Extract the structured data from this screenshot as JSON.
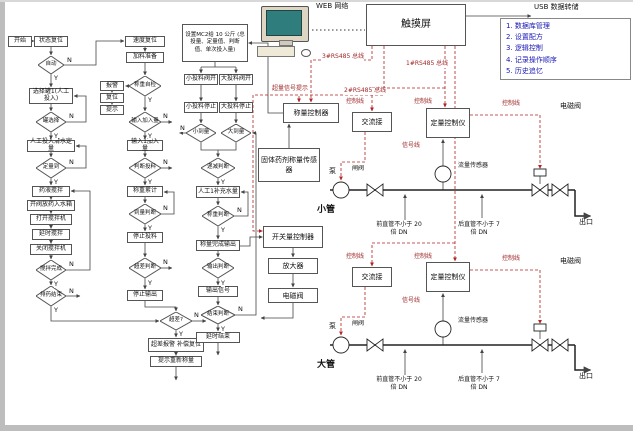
{
  "colors": {
    "accent_red": "#b22222",
    "feature_blue": "#1717b5"
  },
  "top": {
    "web": "WEB 网络",
    "touchscreen": "触摸屏",
    "usb": "USB 数据转储",
    "features": [
      "1. 数据库管理",
      "2. 设置配方",
      "3. 逻辑控制",
      "4. 记录操作顺序",
      "5. 历史追忆"
    ],
    "bus3": "3#RS485 总线",
    "bus2": "2#RS485 总线",
    "bus1": "1#RS485 总线"
  },
  "middle": {
    "over_signal": "超量信号提示",
    "weigh_controller": "称量控制器",
    "solid_sensor": "固体药剂称量传感器",
    "switch_controller": "开关量控制器",
    "amplifier": "放大器",
    "solenoid": "电磁阀"
  },
  "flow": {
    "yes": "Y",
    "no": "N",
    "col1": [
      "开始",
      "状态复位",
      "自动",
      "选择罐1(人工投入)",
      "罐选择",
      "人工投入清水定量",
      "定量到",
      "药液搅拌",
      "开阀放药入水箱",
      "打开搅拌机",
      "延时搅拌",
      "关闭搅拌机",
      "搅拌完成",
      "排药结束"
    ],
    "col2": [
      "速度复位",
      "加料准备",
      "报警",
      "复位",
      "提示",
      "称重自检",
      "输入加入量",
      "输入1加入量",
      "判断投料",
      "称重累计",
      "到量判断",
      "停止投料",
      "超差判断",
      "停止输出"
    ],
    "col2b": [
      "超差?",
      "超差报警 补偿复位",
      "提示重新称量"
    ],
    "col3top": "设置MC2给 10 公斤 (总投量、定量值、判断值、单次投入量)",
    "col3": [
      "小投料阀开",
      "大投料阀开",
      "小投料停止",
      "大投料停止",
      "小到量",
      "大到量",
      "递减判断",
      "人工1补充水量",
      "称重判断",
      "称量完成输出",
      "输出判断",
      "输出信号",
      "结束判断",
      "延时结束"
    ]
  },
  "pipes": [
    {
      "name": "小管",
      "pump": "泵",
      "valve": "闸阀",
      "contactor": "交流接",
      "controller": "定量控制仪",
      "flow_sensor": "流量传感器",
      "signal_line": "信号线",
      "control_line": "控制线",
      "solenoid": "电磁阀",
      "outlet": "出口",
      "front_note": "前直管不小于 20 倍 DN",
      "back_note": "后直管不小于 7 倍 DN"
    },
    {
      "name": "大管",
      "pump": "泵",
      "valve": "闸阀",
      "contactor": "交流接",
      "controller": "定量控制仪",
      "flow_sensor": "流量传感器",
      "signal_line": "信号线",
      "control_line": "控制线",
      "solenoid": "电磁阀",
      "outlet": "出口",
      "front_note": "前直管不小于 20 倍 DN",
      "back_note": "后直管不小于 7 倍 DN"
    }
  ]
}
